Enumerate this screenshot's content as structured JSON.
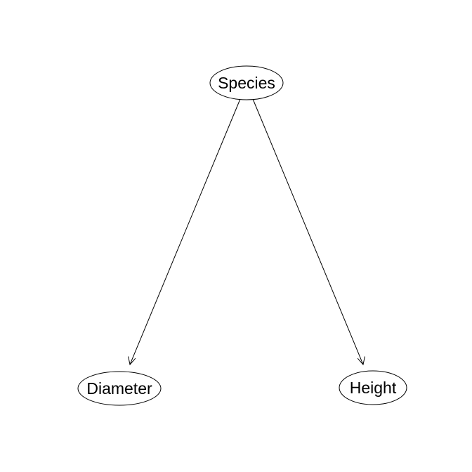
{
  "diagram": {
    "type": "directed-graph",
    "nodes": [
      {
        "id": "species",
        "label": "Species"
      },
      {
        "id": "diameter",
        "label": "Diameter"
      },
      {
        "id": "height",
        "label": "Height"
      }
    ],
    "edges": [
      {
        "from": "species",
        "to": "diameter"
      },
      {
        "from": "species",
        "to": "height"
      }
    ],
    "colors": {
      "stroke": "#000000",
      "background": "#ffffff"
    }
  }
}
